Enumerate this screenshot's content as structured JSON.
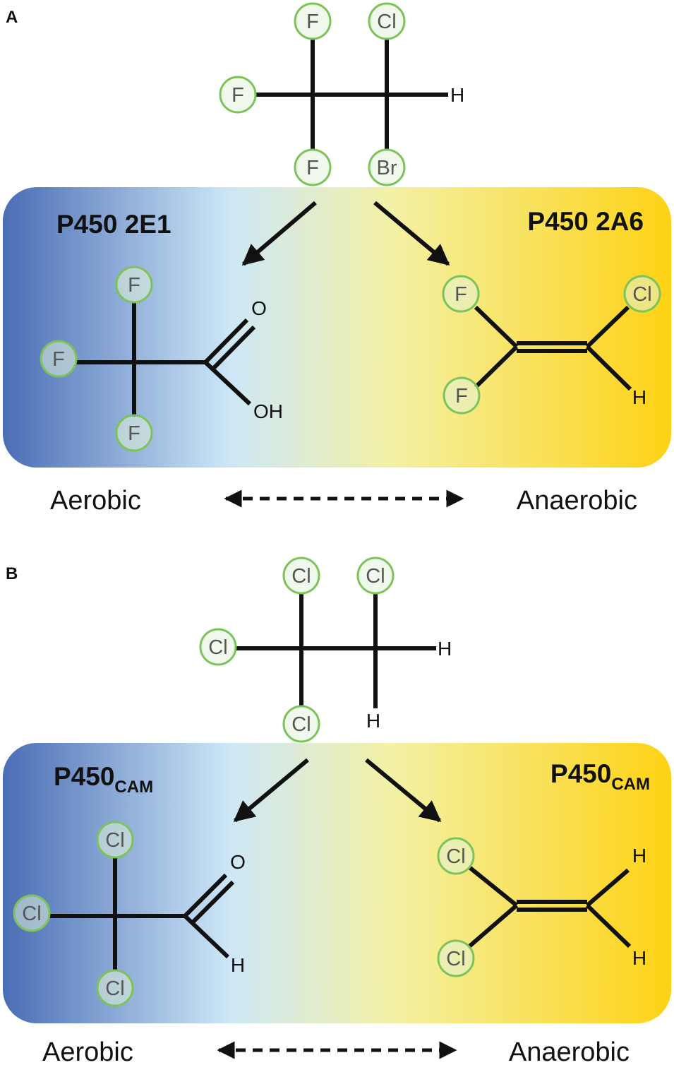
{
  "colors": {
    "aerobic_blue": "#4a6db5",
    "middle_light_blue": "#cde7f7",
    "middle_pale_yellow": "#f3f1a6",
    "anaerobic_yellow": "#fed214",
    "atom_ring_green": "#7cc35a"
  },
  "panels": [
    {
      "letter": "A",
      "left_enzyme": {
        "text": "P450 2E1",
        "sub": ""
      },
      "right_enzyme": {
        "text": "P450 2A6",
        "sub": ""
      },
      "aerobic_label": "Aerobic",
      "anaerobic_label": "Anaerobic",
      "substrate": {
        "atoms": [
          "F",
          "F",
          "F",
          "Cl",
          "Br"
        ],
        "h_labels": [
          "H"
        ]
      },
      "aerobic_product": {
        "atoms": [
          "F",
          "F",
          "F"
        ],
        "labels": [
          "O",
          "OH"
        ]
      },
      "anaerobic_product": {
        "atoms": [
          "F",
          "F",
          "Cl"
        ],
        "h_labels": [
          "H"
        ]
      }
    },
    {
      "letter": "B",
      "left_enzyme": {
        "text": "P450",
        "sub": "CAM"
      },
      "right_enzyme": {
        "text": "P450",
        "sub": "CAM"
      },
      "aerobic_label": "Aerobic",
      "anaerobic_label": "Anaerobic",
      "substrate": {
        "atoms": [
          "Cl",
          "Cl",
          "Cl",
          "Cl"
        ],
        "h_labels": [
          "H",
          "H"
        ]
      },
      "aerobic_product": {
        "atoms": [
          "Cl",
          "Cl",
          "Cl"
        ],
        "labels": [
          "O",
          "H"
        ]
      },
      "anaerobic_product": {
        "atoms": [
          "Cl",
          "Cl"
        ],
        "h_labels": [
          "H",
          "H"
        ]
      }
    }
  ]
}
